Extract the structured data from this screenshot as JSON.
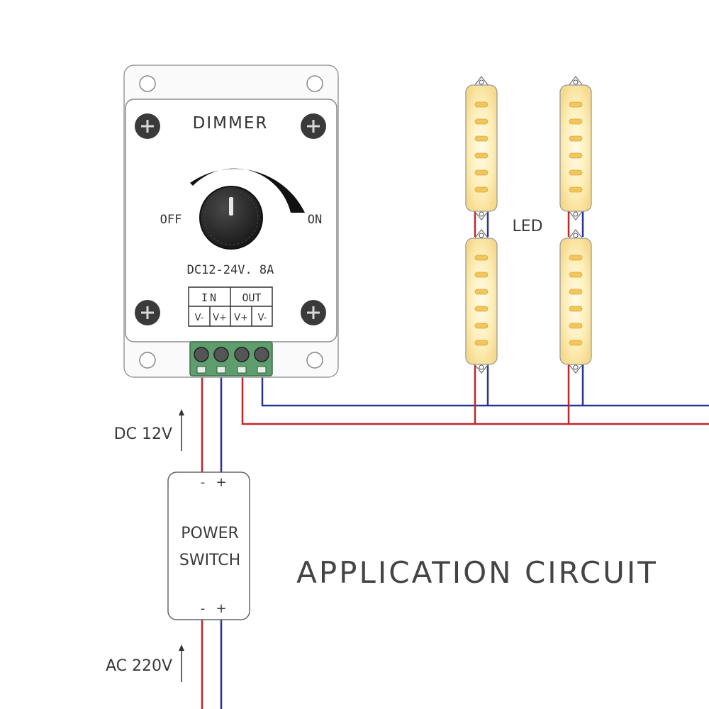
{
  "dimmer": {
    "title": "DIMMER",
    "off_label": "OFF",
    "on_label": "ON",
    "rating": "DC12-24V. 8A",
    "in_label": "IN",
    "out_label": "OUT",
    "terminals": [
      "V-",
      "V+",
      "V+",
      "V-"
    ]
  },
  "led_label": "LED",
  "dc_label": "DC 12V",
  "ac_label": "AC 220V",
  "power_switch": {
    "line1": "POWER",
    "line2": "SWITCH",
    "top_minus": "-",
    "top_plus": "+",
    "bottom_minus": "-",
    "bottom_plus": "+"
  },
  "caption": "APPLICATION CIRCUIT",
  "colors": {
    "positive_wire": "#c0272d",
    "negative_wire": "#283593",
    "terminal_block": "#5e9e6e",
    "led_glow": "#fbe7a6",
    "knob": "#2b2b2b"
  }
}
